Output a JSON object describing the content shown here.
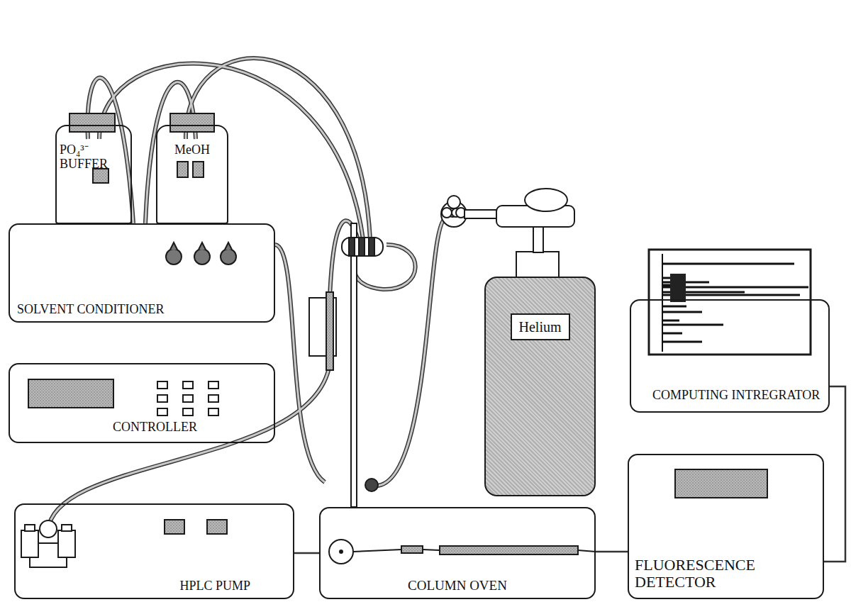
{
  "diagram": {
    "nodes": [
      {
        "text": [
          "PO₄³⁻ BUFFER"
        ]
      },
      {
        "text": [
          "MeOH"
        ]
      },
      {
        "text": [
          "SOLVENT CONDITIONER"
        ]
      },
      {
        "text": [
          "CONTROLLER"
        ]
      },
      {
        "text": [
          "HPLC PUMP"
        ]
      },
      {
        "text": [
          "Helium"
        ]
      },
      {
        "text": [
          "COMPUTING INTREGRATOR"
        ]
      },
      {
        "text": [
          "COLUMN OVEN"
        ]
      },
      {
        "text": [
          "FLUORESCENCE DETECTOR"
        ]
      }
    ],
    "edges": [
      {
        "from": 4,
        "to": 7,
        "arrow": "none"
      },
      {
        "from": 7,
        "to": 8,
        "arrow": "none"
      },
      {
        "from": 8,
        "to": 6,
        "arrow": "none"
      }
    ]
  }
}
